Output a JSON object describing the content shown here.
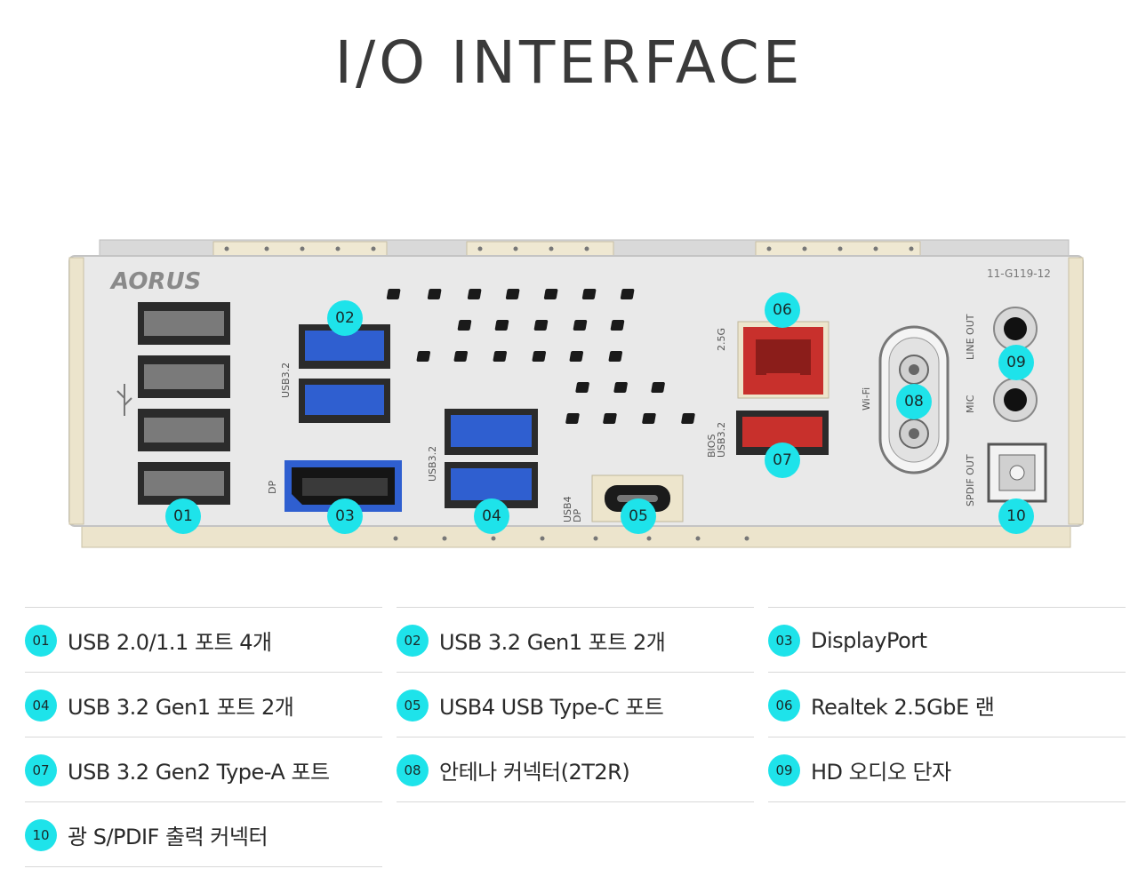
{
  "title": "I/O INTERFACE",
  "panel": {
    "brand": "AORUS",
    "model_code": "11-G119-12",
    "labels": {
      "usb32_a": "USB3.2",
      "usb32_b": "USB3.2",
      "dp": "DP",
      "usb4_dp": "USB4 DP",
      "lan": "2.5G",
      "bios_usb": "BIOS USB3.2",
      "wifi": "Wi-Fi",
      "line_out": "LINE OUT",
      "mic": "MIC",
      "spdif_out": "SPDIF OUT"
    },
    "badges": [
      "01",
      "02",
      "03",
      "04",
      "05",
      "06",
      "07",
      "08",
      "09",
      "10"
    ]
  },
  "legend": [
    {
      "num": "01",
      "text": "USB 2.0/1.1 포트 4개"
    },
    {
      "num": "02",
      "text": "USB 3.2 Gen1 포트 2개"
    },
    {
      "num": "03",
      "text": "DisplayPort"
    },
    {
      "num": "04",
      "text": "USB 3.2 Gen1 포트 2개"
    },
    {
      "num": "05",
      "text": "USB4 USB Type-C 포트"
    },
    {
      "num": "06",
      "text": "Realtek 2.5GbE 랜"
    },
    {
      "num": "07",
      "text": "USB 3.2 Gen2 Type-A 포트"
    },
    {
      "num": "08",
      "text": "안테나 커넥터(2T2R)"
    },
    {
      "num": "09",
      "text": "HD 오디오 단자"
    },
    {
      "num": "10",
      "text": "광 S/PDIF 출력 커넥터"
    }
  ],
  "colors": {
    "accent": "#1ee3ea",
    "panel": "#e9e9e9",
    "usb2": "#2b2b2b",
    "usb3": "#2f5fd0",
    "red": "#c8302c"
  }
}
